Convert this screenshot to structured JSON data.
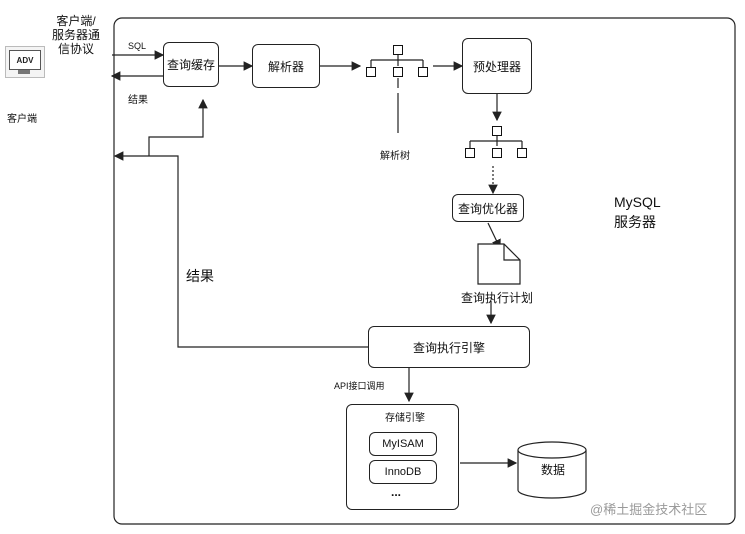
{
  "client": {
    "icon_text": "ADV",
    "label": "客户端",
    "protocol_label": "客户端/服务器通信协议",
    "protocol_line1": "客户端/",
    "protocol_line2": "服务器通",
    "protocol_line3": "信协议"
  },
  "server": {
    "title_line1": "MySQL",
    "title_line2": "服务器"
  },
  "flow": {
    "sql_label": "SQL",
    "result_small": "结果",
    "result_large": "结果",
    "query_cache": "查询缓存",
    "parser": "解析器",
    "preprocessor": "预处理器",
    "parse_tree": "解析树",
    "optimizer": "查询优化器",
    "execution_plan": "查询执行计划",
    "execution_engine": "查询执行引擎",
    "api_label": "API接口调用",
    "storage_engine": "存储引擎",
    "engines": [
      "MyISAM",
      "InnoDB",
      "..."
    ],
    "data": "数据"
  },
  "watermark": "@稀土掘金技术社区",
  "colors": {
    "stroke": "#222222",
    "background": "#ffffff",
    "watermark": "#9a9a9a"
  }
}
